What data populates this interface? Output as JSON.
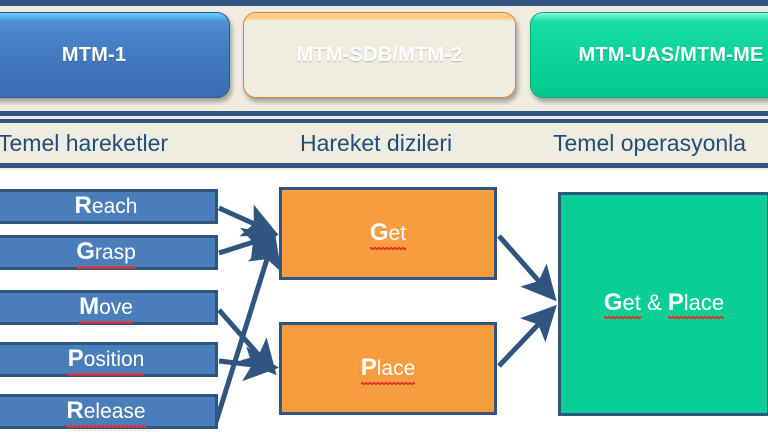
{
  "colors": {
    "navy": "#2f5580",
    "label_text": "#1f4e79",
    "band_bg": "#efece0",
    "blue_node": "#4a7ebb",
    "orange_node": "#f79d40",
    "green_node": "#09cf96",
    "arrow": "#2f5580",
    "spellcheck_underline": "#e8312b",
    "page_bg": "#ffffff"
  },
  "tabs": [
    {
      "id": "mtm-1",
      "label": "MTM-1",
      "color": "#3d73ba"
    },
    {
      "id": "mtm-sdb",
      "label": "MTM-SDB/MTM-2",
      "color": "#f89a49"
    },
    {
      "id": "mtm-uas",
      "label": "MTM-UAS/MTM-ME",
      "color": "#06cf95"
    }
  ],
  "column_labels": [
    {
      "id": "temel-hareketler",
      "text": "Temel hareketler"
    },
    {
      "id": "hareket-dizileri",
      "text": "Hareket dizileri"
    },
    {
      "id": "temel-operasyonlar",
      "text": "Temel operasyonla"
    }
  ],
  "nodes": {
    "basic_motions": [
      {
        "id": "reach",
        "cap": "R",
        "rest": "each",
        "misspelled": false
      },
      {
        "id": "grasp",
        "cap": "G",
        "rest": "rasp",
        "misspelled": true
      },
      {
        "id": "move",
        "cap": "M",
        "rest": "ove",
        "misspelled": true
      },
      {
        "id": "position",
        "cap": "P",
        "rest": "osition",
        "misspelled": true
      },
      {
        "id": "release",
        "cap": "R",
        "rest": "elease",
        "misspelled": true
      }
    ],
    "motion_sequences": [
      {
        "id": "get",
        "cap": "G",
        "rest": "et",
        "misspelled": true
      },
      {
        "id": "place",
        "cap": "P",
        "rest": "lace",
        "misspelled": true
      }
    ],
    "basic_operations": [
      {
        "id": "get-and-place",
        "cap_a": "G",
        "rest_a": "et",
        "mid": " & ",
        "cap_b": "P",
        "rest_b": "lace",
        "misspelled": true
      }
    ]
  },
  "edges": [
    {
      "from": "reach",
      "to": "get"
    },
    {
      "from": "grasp",
      "to": "get"
    },
    {
      "from": "release",
      "to": "get"
    },
    {
      "from": "move",
      "to": "place"
    },
    {
      "from": "position",
      "to": "place"
    },
    {
      "from": "get",
      "to": "get-and-place"
    },
    {
      "from": "place",
      "to": "get-and-place"
    }
  ]
}
